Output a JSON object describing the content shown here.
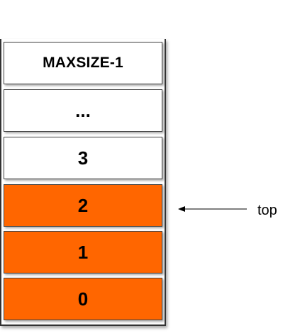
{
  "colors": {
    "filled": "#ff6600",
    "empty": "#ffffff",
    "border": "#333333"
  },
  "stack": {
    "cells": [
      {
        "label": "MAXSIZE-1",
        "filled": false
      },
      {
        "label": "...",
        "filled": false
      },
      {
        "label": "3",
        "filled": false
      },
      {
        "label": "2",
        "filled": true
      },
      {
        "label": "1",
        "filled": true
      },
      {
        "label": "0",
        "filled": true
      }
    ]
  },
  "pointer": {
    "label": "top",
    "target_index": "2",
    "icon": "arrow-left-icon"
  }
}
